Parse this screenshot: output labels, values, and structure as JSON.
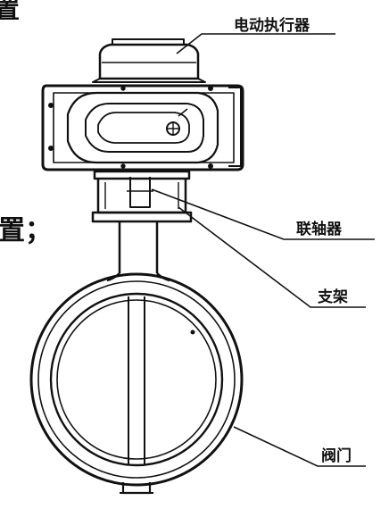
{
  "labels": {
    "actuator": "电动执行器",
    "coupling": "联轴器",
    "bracket": "支架",
    "valve": "阀门"
  },
  "partial_text": {
    "top_left": "置",
    "mid_left": "置；"
  },
  "colors": {
    "ink": "#111111",
    "paper": "#ffffff"
  }
}
